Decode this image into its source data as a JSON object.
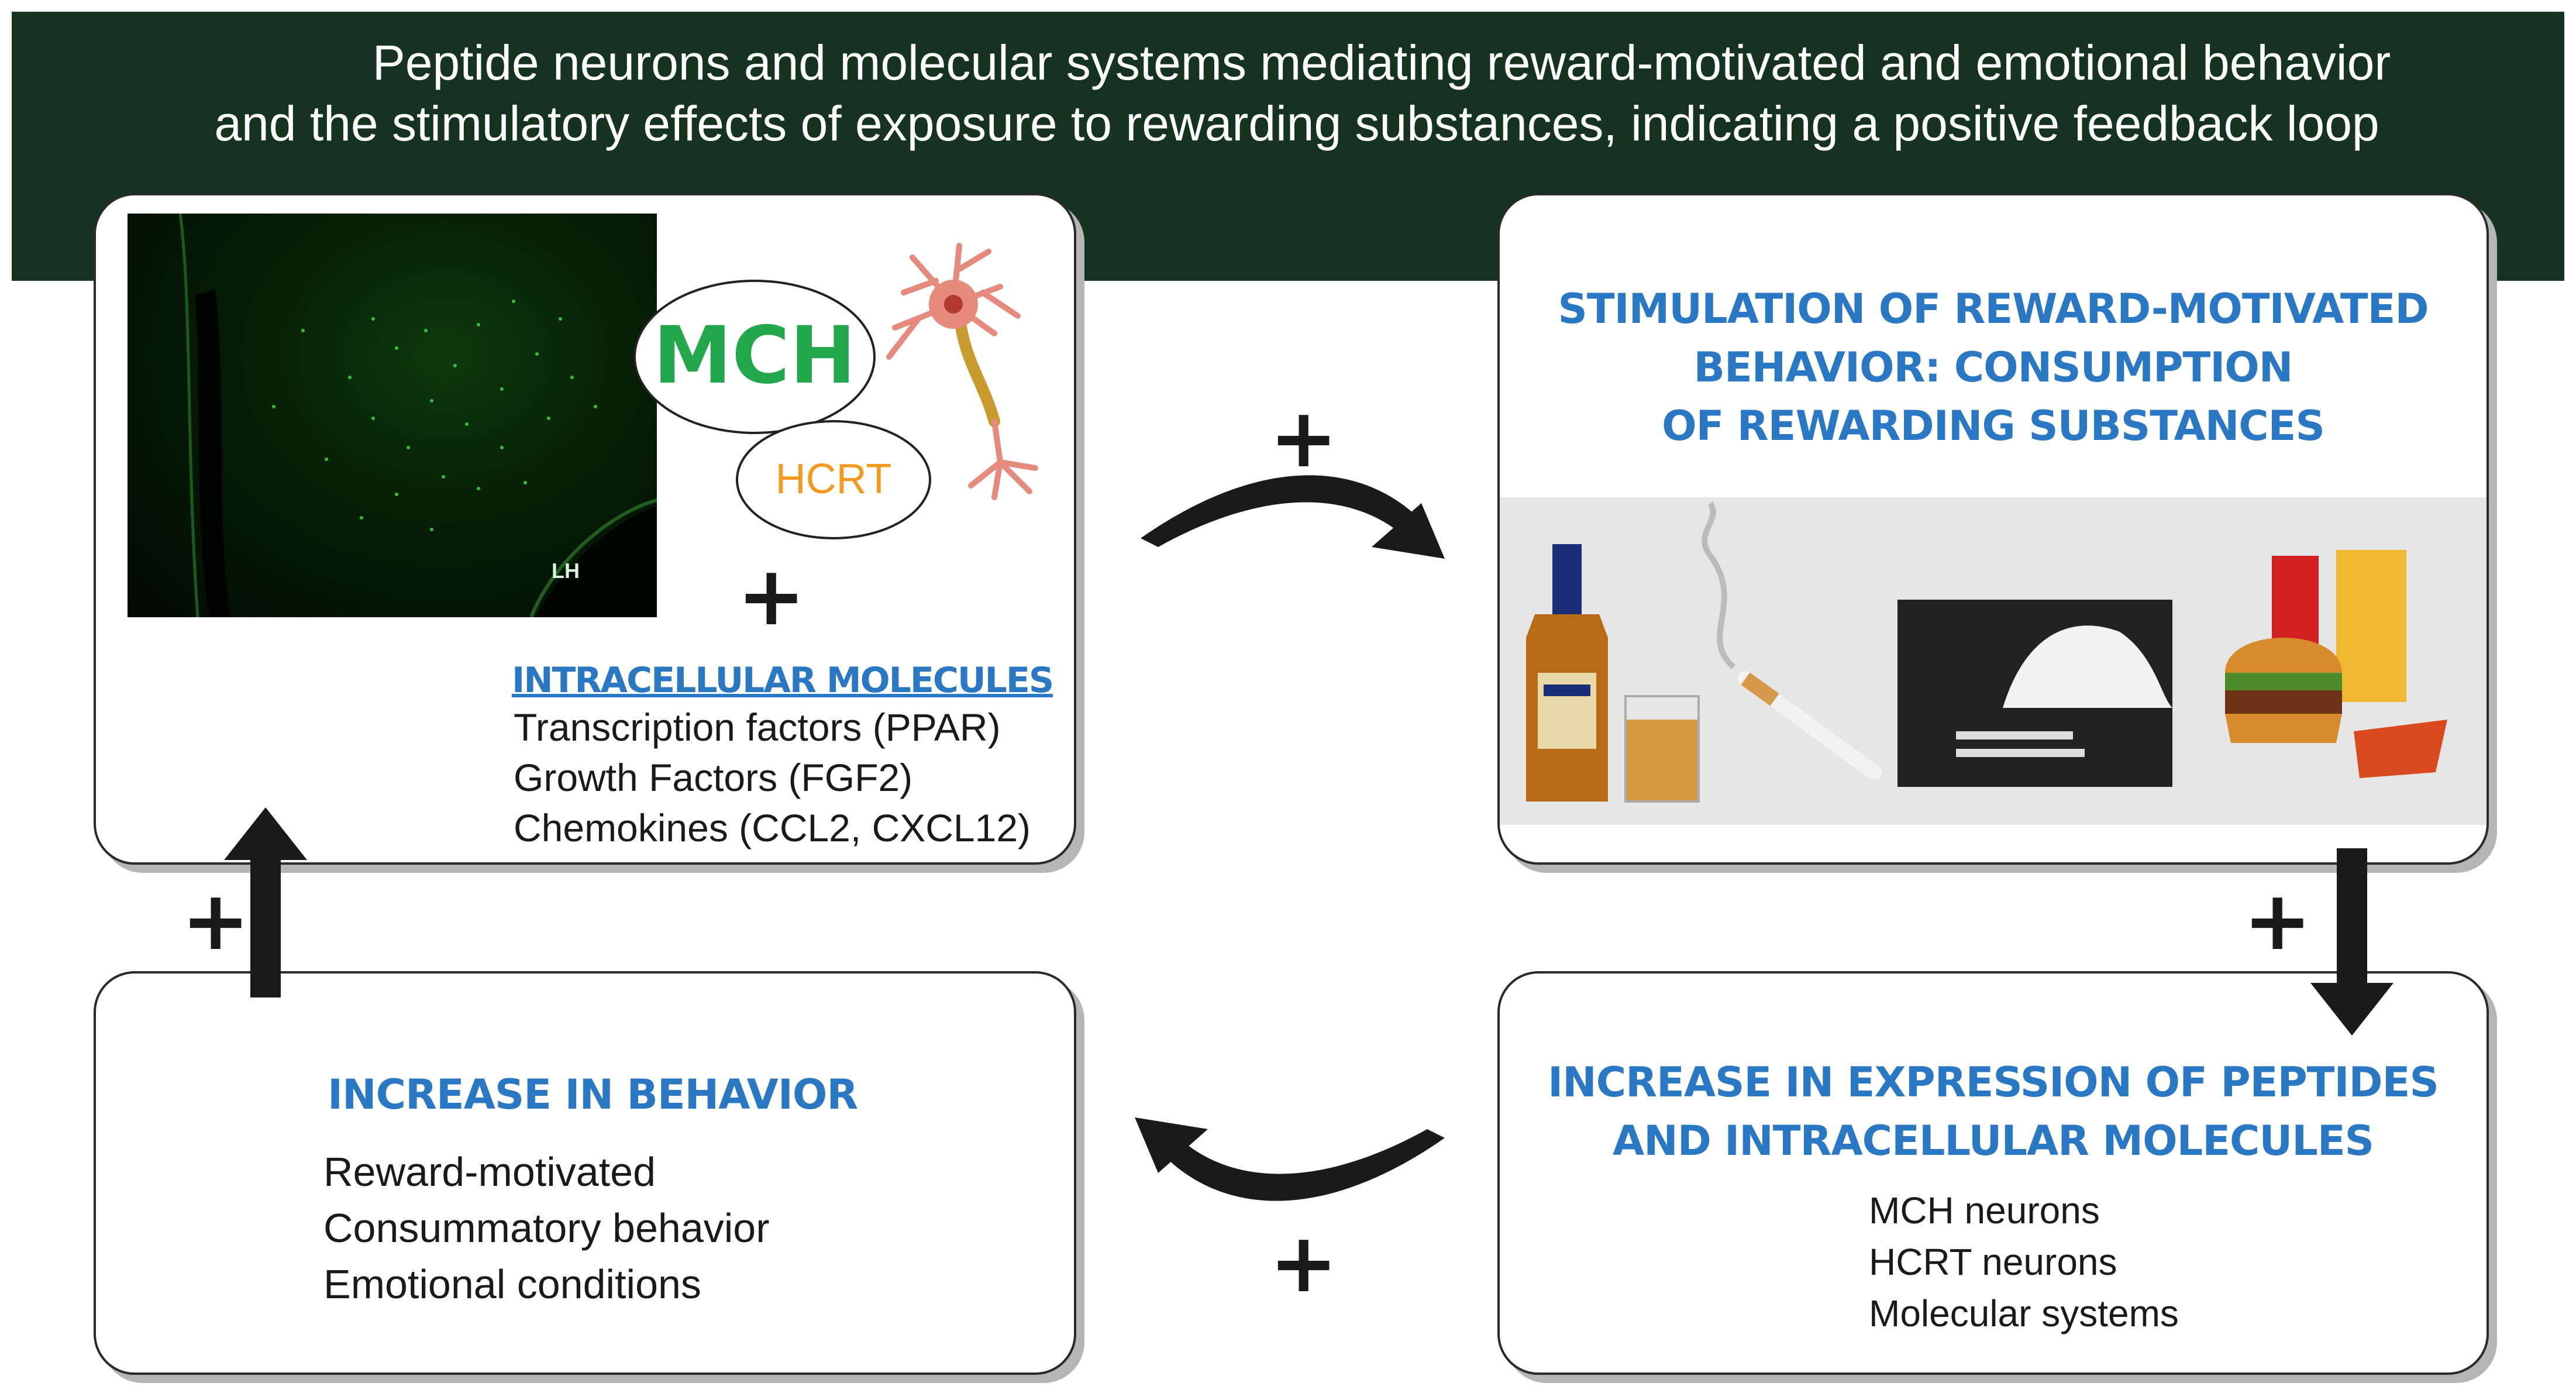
{
  "banner": {
    "line1": "Peptide neurons and molecular systems mediating reward-motivated and emotional behavior",
    "line2": "and the stimulatory effects of exposure to rewarding substances, indicating a positive feedback loop"
  },
  "top_left": {
    "micrograph_label": "LH",
    "mch_label": "MCH",
    "hcrt_label": "HCRT",
    "plus": "+",
    "intracellular_heading": "INTRACELLULAR MOLECULES",
    "items": [
      "Transcription factors (PPAR)",
      "Growth Factors (FGF2)",
      "Chemokines (CCL2, CXCL12)"
    ]
  },
  "top_right": {
    "heading_lines": [
      "STIMULATION OF REWARD-MOTIVATED",
      "BEHAVIOR:  CONSUMPTION",
      "OF REWARDING SUBSTANCES"
    ]
  },
  "bottom_left": {
    "heading": "INCREASE IN BEHAVIOR",
    "items": [
      "Reward-motivated",
      "Consummatory behavior",
      "Emotional conditions"
    ]
  },
  "bottom_right": {
    "heading_lines": [
      "INCREASE IN EXPRESSION OF PEPTIDES",
      "AND INTRACELLULAR MOLECULES"
    ],
    "items": [
      "MCH neurons",
      "HCRT neurons",
      "Molecular systems"
    ]
  },
  "connectors": {
    "plus": "+"
  },
  "colors": {
    "banner_bg": "#163220",
    "heading_blue": "#2a77c4",
    "mch_green": "#22a84a",
    "hcrt_orange": "#f39a1e"
  }
}
